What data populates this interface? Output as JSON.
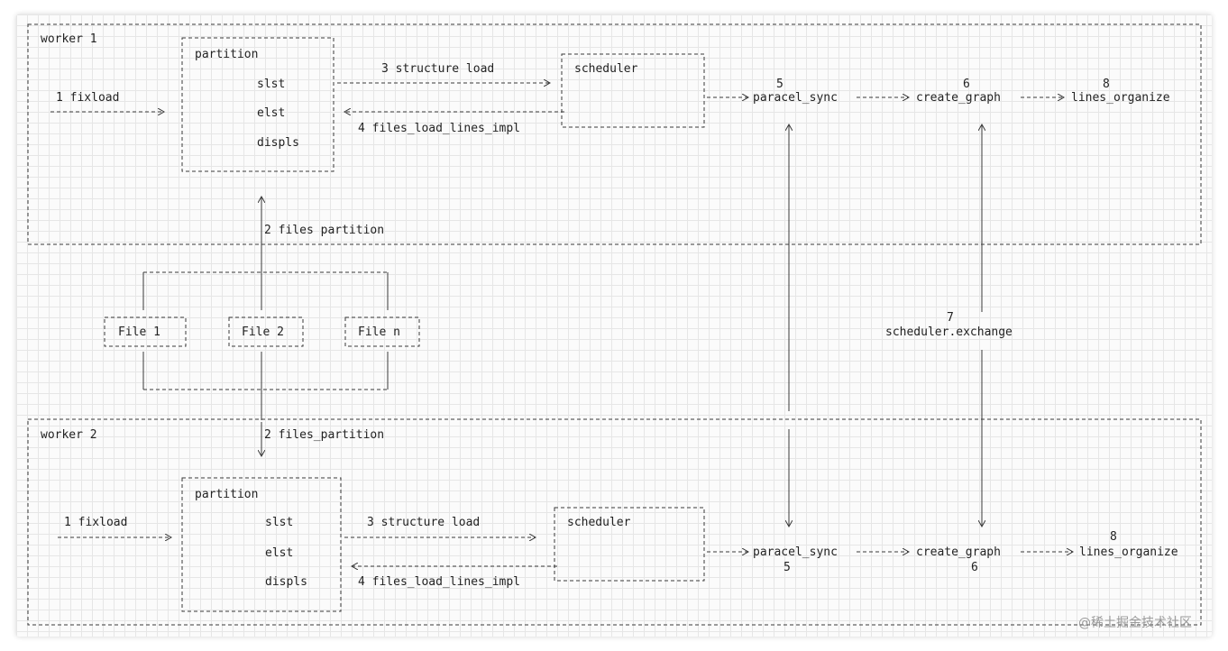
{
  "worker1": {
    "title": "worker 1",
    "fixload": "1 fixload",
    "partition": {
      "title": "partition",
      "items": [
        "slst",
        "elst",
        "displs"
      ]
    },
    "structure_load": "3 structure load",
    "files_load_lines": "4 files_load_lines_impl",
    "scheduler": "scheduler",
    "step5": "5",
    "paracel_sync": "paracel_sync",
    "step6": "6",
    "create_graph": "create_graph",
    "step8": "8",
    "lines_organize": "lines_organize",
    "files_partition": "2 files partition"
  },
  "files": [
    "File 1",
    "File 2",
    "File n"
  ],
  "exchange": {
    "step": "7",
    "label": "scheduler.exchange"
  },
  "worker2": {
    "title": "worker 2",
    "files_partition": "2 files_partition",
    "fixload": "1 fixload",
    "partition": {
      "title": "partition",
      "items": [
        "slst",
        "elst",
        "displs"
      ]
    },
    "structure_load": "3  structure load",
    "files_load_lines": "4 files_load_lines_impl",
    "scheduler": "scheduler",
    "paracel_sync": "paracel_sync",
    "step5": "5",
    "create_graph": "create_graph",
    "step6": "6",
    "step8": "8",
    "lines_organize": "lines_organize"
  },
  "watermark": "@稀土掘金技术社区"
}
